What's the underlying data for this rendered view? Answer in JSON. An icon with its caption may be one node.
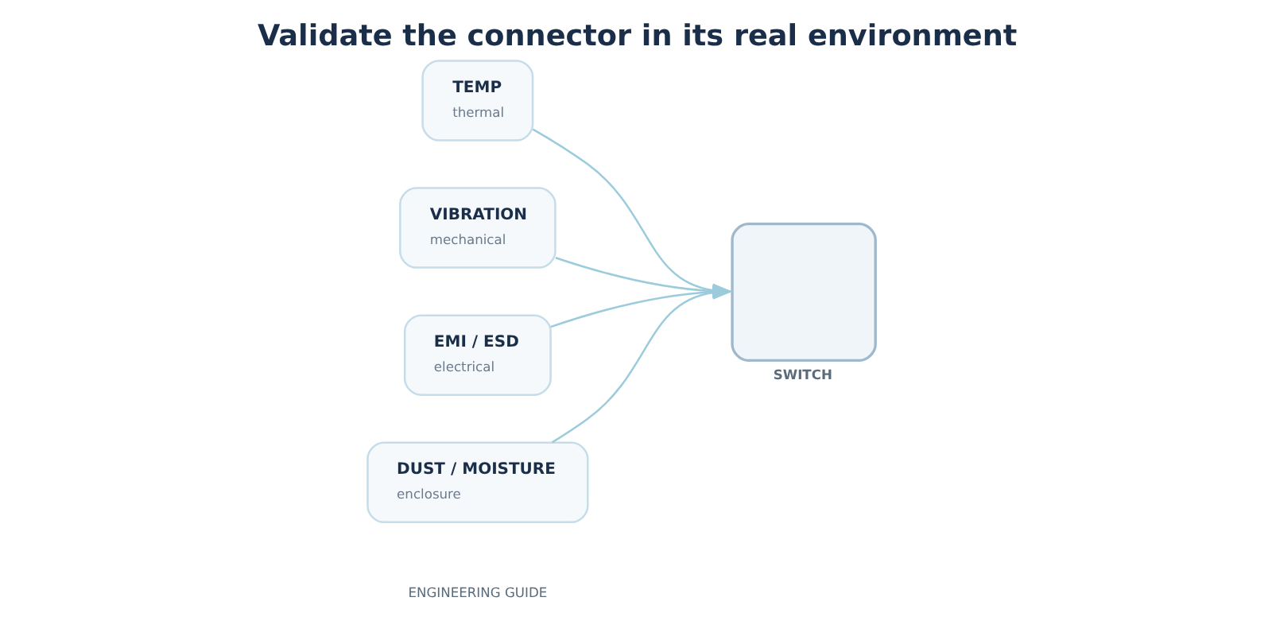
{
  "diagram": {
    "title": "Validate the connector in its real environment",
    "nodes": [
      {
        "text": [
          "TEMP",
          "thermal"
        ]
      },
      {
        "text": [
          "VIBRATION",
          "mechanical"
        ]
      },
      {
        "text": [
          "EMI / ESD",
          "electrical"
        ]
      },
      {
        "text": [
          "DUST / MOISTURE",
          "enclosure"
        ]
      },
      {
        "text": [],
        "shape": "box",
        "beside": [
          "SWITCH"
        ]
      }
    ],
    "edges": [
      {
        "from": 0,
        "to": 4,
        "arrow": "to"
      },
      {
        "from": 1,
        "to": 4,
        "arrow": "to"
      },
      {
        "from": 2,
        "to": 4,
        "arrow": "to"
      },
      {
        "from": 3,
        "to": 4,
        "arrow": "to"
      }
    ],
    "labels": [
      "ENGINEERING GUIDE"
    ]
  }
}
